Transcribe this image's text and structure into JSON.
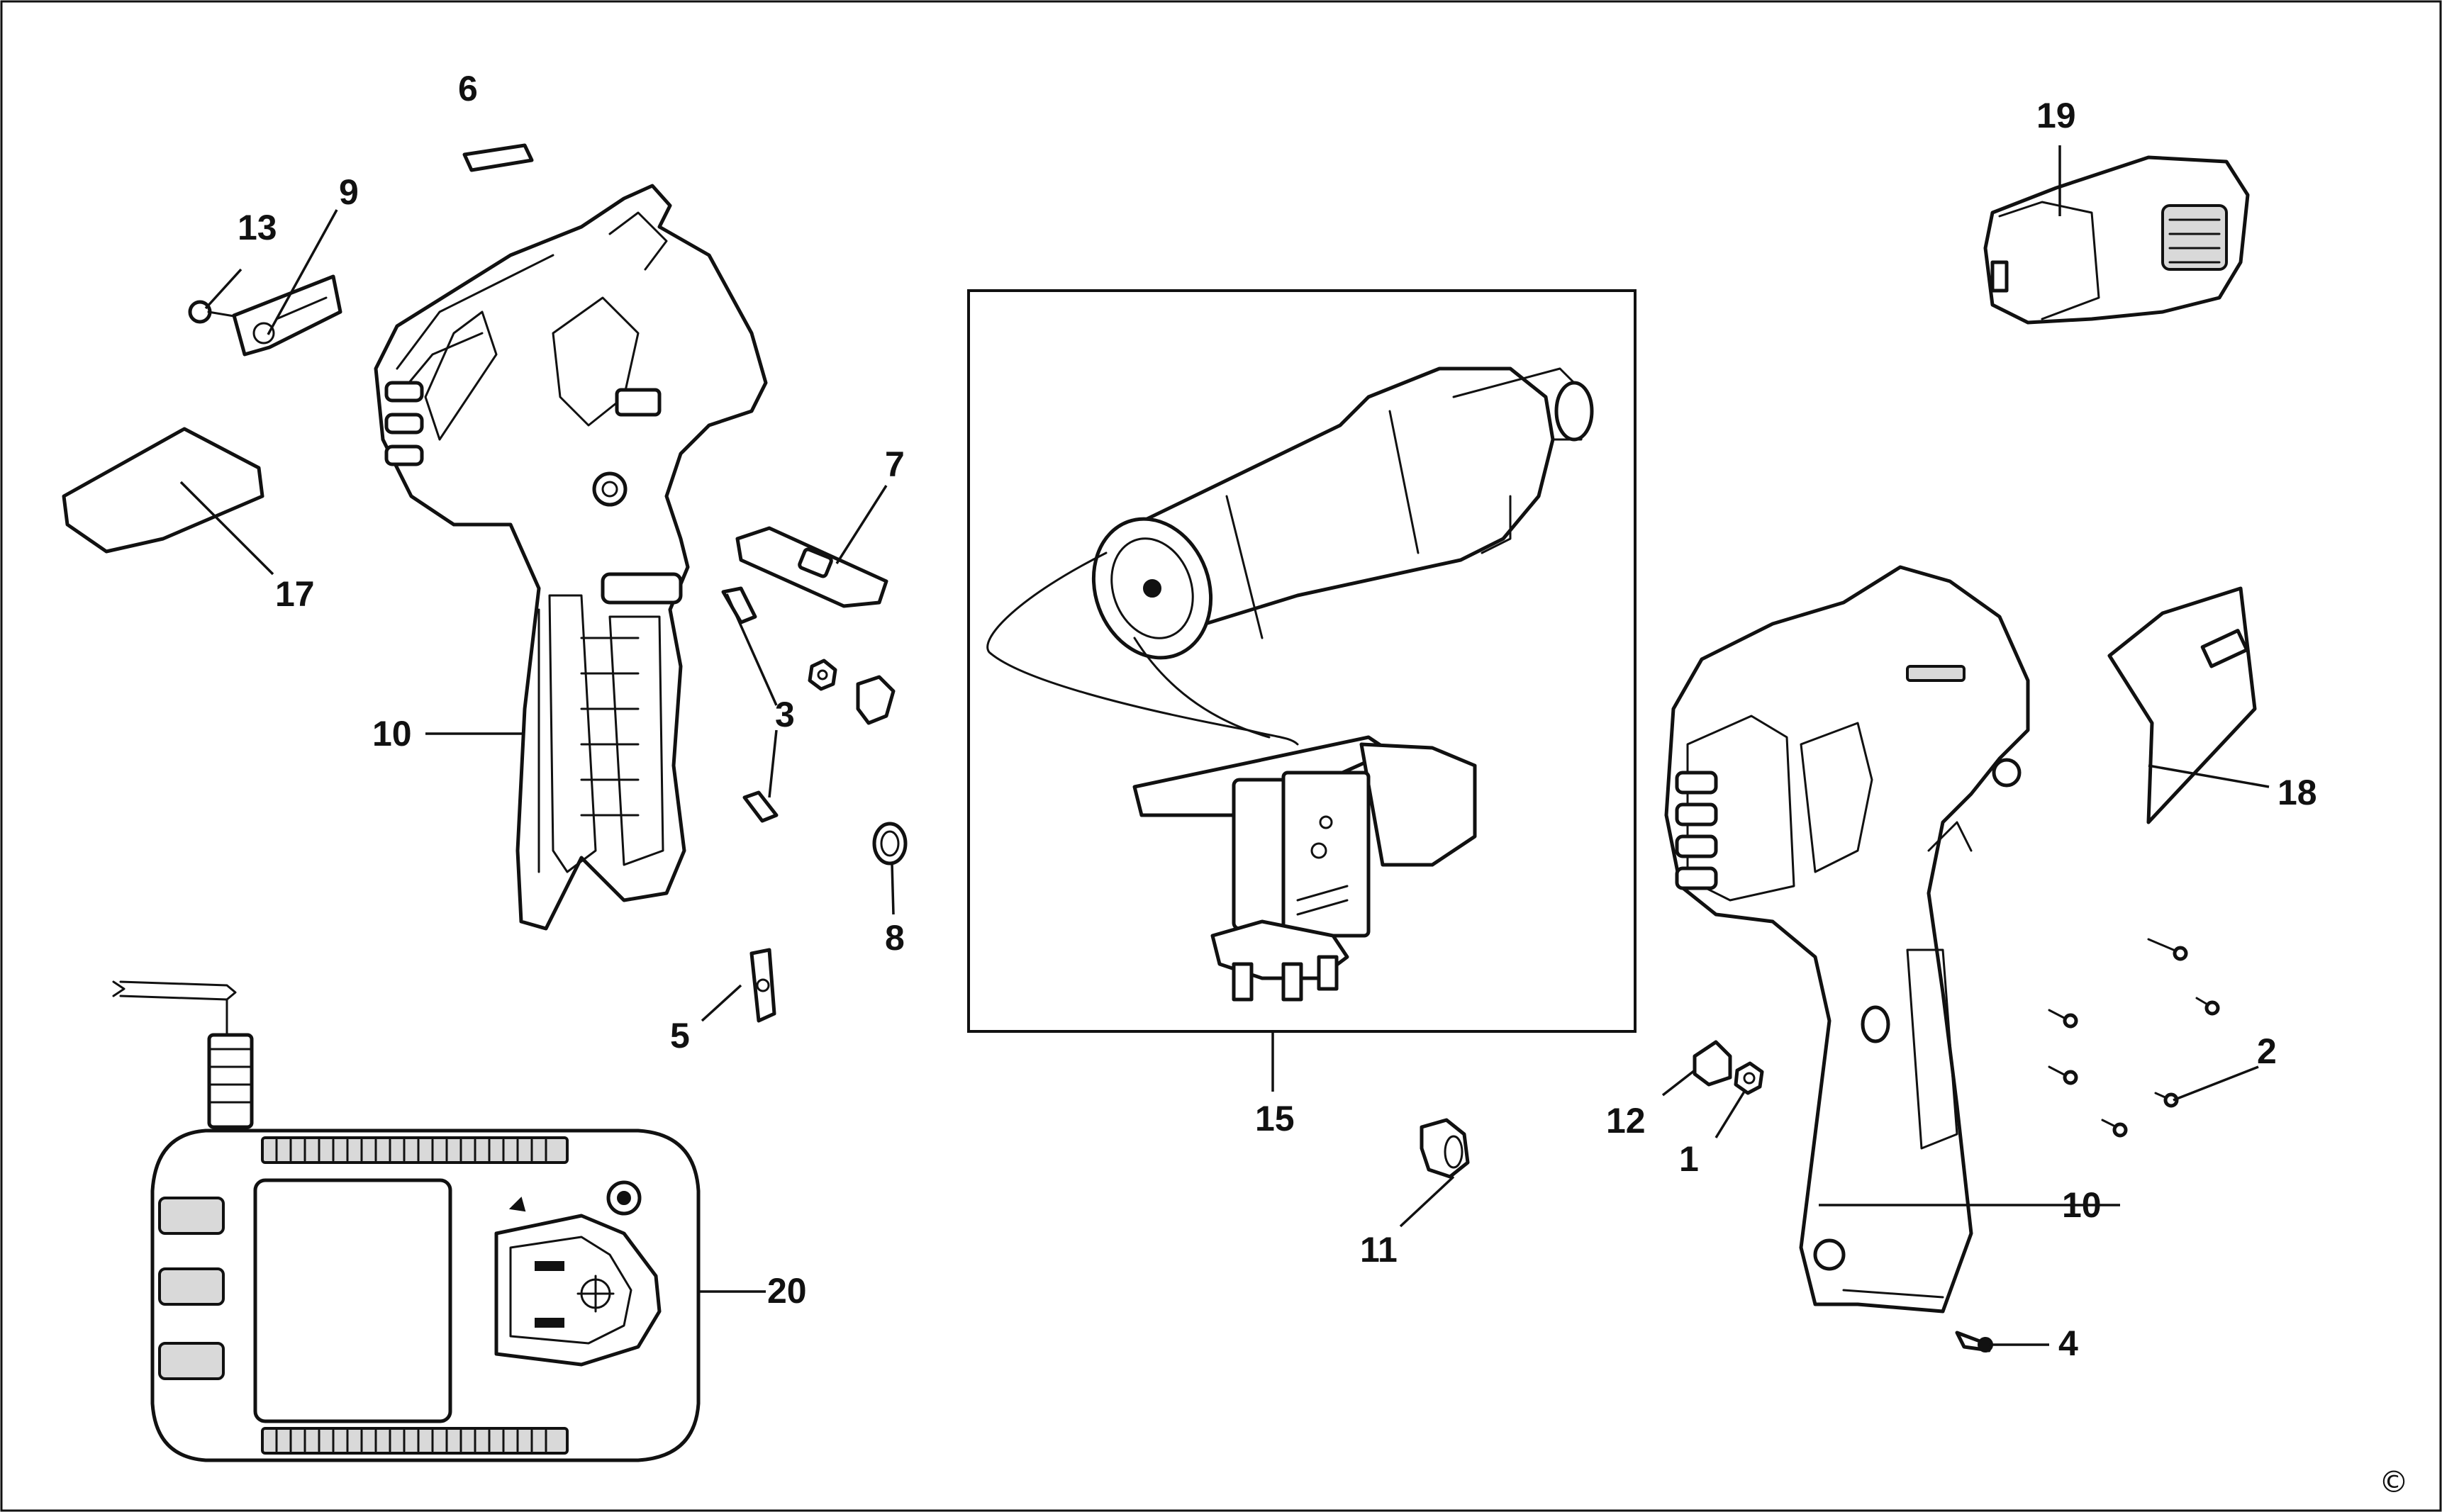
{
  "diagram": {
    "part_numbers": [
      "1",
      "2",
      "3",
      "4",
      "5",
      "6",
      "7",
      "8",
      "9",
      "10",
      "10",
      "11",
      "12",
      "13",
      "15",
      "17",
      "18",
      "19",
      "20"
    ],
    "copyright_symbol": "©"
  }
}
